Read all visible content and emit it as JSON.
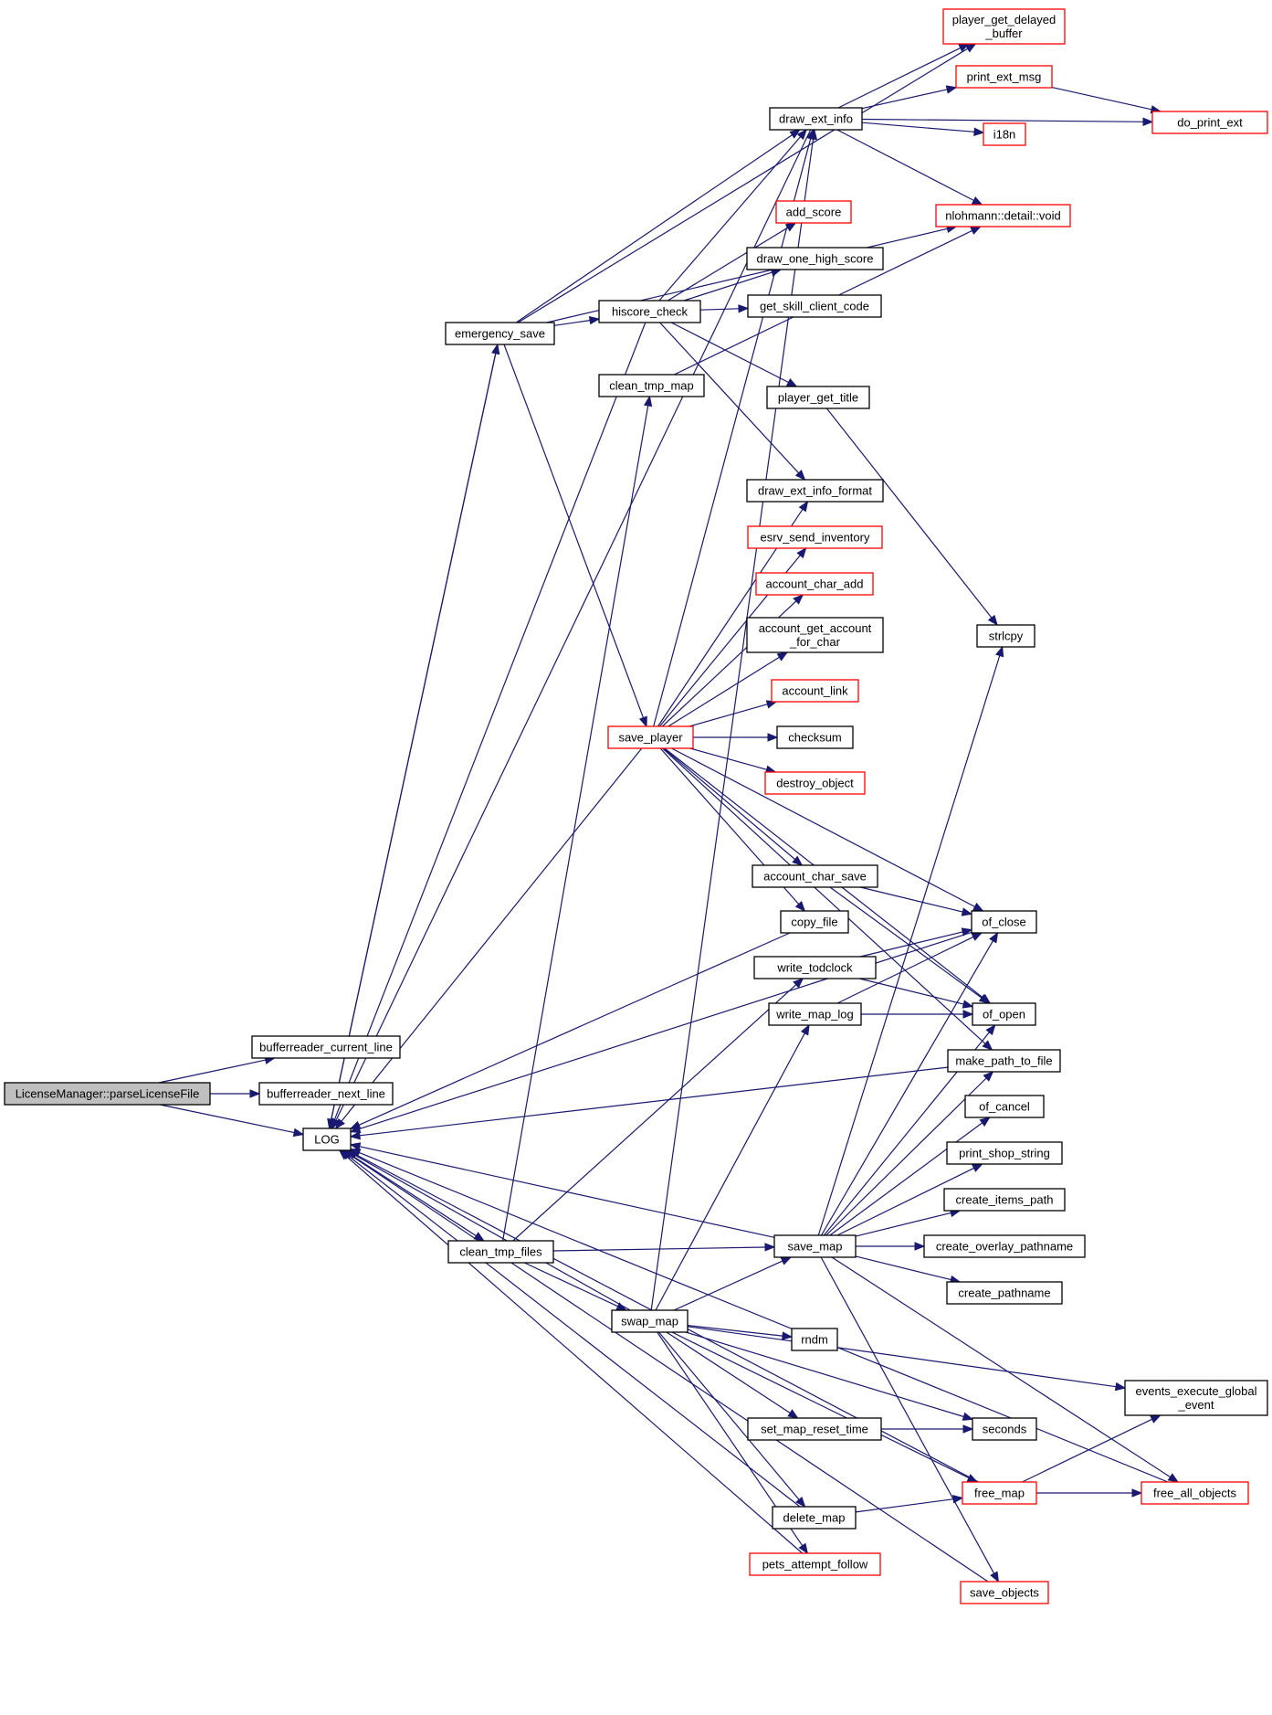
{
  "colors": {
    "edge": "#191970",
    "root_fill": "#bfbfbf",
    "node_fill": "#ffffff",
    "border_documented": "#000000",
    "border_truncated": "#ff0000"
  },
  "nodes": {
    "parse": {
      "lines": [
        "LicenseManager::parseLicenseFile"
      ],
      "style": "root"
    },
    "bcl": {
      "lines": [
        "bufferreader_current_line"
      ],
      "style": "normal"
    },
    "bnl": {
      "lines": [
        "bufferreader_next_line"
      ],
      "style": "normal"
    },
    "log": {
      "lines": [
        "LOG"
      ],
      "style": "normal"
    },
    "pgdb": {
      "lines": [
        "player_get_delayed",
        "_buffer"
      ],
      "style": "truncated"
    },
    "pem": {
      "lines": [
        "print_ext_msg"
      ],
      "style": "truncated"
    },
    "dpe": {
      "lines": [
        "do_print_ext"
      ],
      "style": "truncated"
    },
    "dei": {
      "lines": [
        "draw_ext_info"
      ],
      "style": "normal"
    },
    "i18n": {
      "lines": [
        "i18n"
      ],
      "style": "truncated"
    },
    "nlv": {
      "lines": [
        "nlohmann::detail::void"
      ],
      "style": "truncated"
    },
    "adds": {
      "lines": [
        "add_score"
      ],
      "style": "truncated"
    },
    "dohs": {
      "lines": [
        "draw_one_high_score"
      ],
      "style": "normal"
    },
    "gscc": {
      "lines": [
        "get_skill_client_code"
      ],
      "style": "normal"
    },
    "hsc": {
      "lines": [
        "hiscore_check"
      ],
      "style": "normal"
    },
    "ems": {
      "lines": [
        "emergency_save"
      ],
      "style": "normal"
    },
    "ctm": {
      "lines": [
        "clean_tmp_map"
      ],
      "style": "normal"
    },
    "pgt": {
      "lines": [
        "player_get_title"
      ],
      "style": "normal"
    },
    "deif": {
      "lines": [
        "draw_ext_info_format"
      ],
      "style": "normal"
    },
    "esi": {
      "lines": [
        "esrv_send_inventory"
      ],
      "style": "truncated"
    },
    "aca": {
      "lines": [
        "account_char_add"
      ],
      "style": "truncated"
    },
    "agafc": {
      "lines": [
        "account_get_account",
        "_for_char"
      ],
      "style": "normal"
    },
    "strl": {
      "lines": [
        "strlcpy"
      ],
      "style": "normal"
    },
    "al": {
      "lines": [
        "account_link"
      ],
      "style": "truncated"
    },
    "sp": {
      "lines": [
        "save_player"
      ],
      "style": "truncated"
    },
    "cks": {
      "lines": [
        "checksum"
      ],
      "style": "normal"
    },
    "dob": {
      "lines": [
        "destroy_object"
      ],
      "style": "truncated"
    },
    "acs": {
      "lines": [
        "account_char_save"
      ],
      "style": "normal"
    },
    "ofc": {
      "lines": [
        "of_close"
      ],
      "style": "normal"
    },
    "cf": {
      "lines": [
        "copy_file"
      ],
      "style": "normal"
    },
    "wtc": {
      "lines": [
        "write_todclock"
      ],
      "style": "normal"
    },
    "wml": {
      "lines": [
        "write_map_log"
      ],
      "style": "normal"
    },
    "ofo": {
      "lines": [
        "of_open"
      ],
      "style": "normal"
    },
    "mptf": {
      "lines": [
        "make_path_to_file"
      ],
      "style": "normal"
    },
    "ofca": {
      "lines": [
        "of_cancel"
      ],
      "style": "normal"
    },
    "pss": {
      "lines": [
        "print_shop_string"
      ],
      "style": "normal"
    },
    "cip": {
      "lines": [
        "create_items_path"
      ],
      "style": "normal"
    },
    "ctf": {
      "lines": [
        "clean_tmp_files"
      ],
      "style": "normal"
    },
    "sm": {
      "lines": [
        "save_map"
      ],
      "style": "normal"
    },
    "cop": {
      "lines": [
        "create_overlay_pathname"
      ],
      "style": "normal"
    },
    "cpn": {
      "lines": [
        "create_pathname"
      ],
      "style": "normal"
    },
    "swm": {
      "lines": [
        "swap_map"
      ],
      "style": "normal"
    },
    "rndm": {
      "lines": [
        "rndm"
      ],
      "style": "normal"
    },
    "eege": {
      "lines": [
        "events_execute_global",
        "_event"
      ],
      "style": "normal"
    },
    "smrt": {
      "lines": [
        "set_map_reset_time"
      ],
      "style": "normal"
    },
    "sec": {
      "lines": [
        "seconds"
      ],
      "style": "normal"
    },
    "fm": {
      "lines": [
        "free_map"
      ],
      "style": "truncated"
    },
    "fao": {
      "lines": [
        "free_all_objects"
      ],
      "style": "truncated"
    },
    "dm": {
      "lines": [
        "delete_map"
      ],
      "style": "normal"
    },
    "paf": {
      "lines": [
        "pets_attempt_follow"
      ],
      "style": "truncated"
    },
    "so": {
      "lines": [
        "save_objects"
      ],
      "style": "truncated"
    }
  },
  "edges": [
    [
      "parse",
      "bcl"
    ],
    [
      "parse",
      "bnl"
    ],
    [
      "parse",
      "log"
    ],
    [
      "log",
      "ems"
    ],
    [
      "log",
      "ctf"
    ],
    [
      "ems",
      "hsc"
    ],
    [
      "ems",
      "dei"
    ],
    [
      "ems",
      "nlv"
    ],
    [
      "ems",
      "sp"
    ],
    [
      "ems",
      "log"
    ],
    [
      "ems",
      "pgdb"
    ],
    [
      "dei",
      "pgdb"
    ],
    [
      "dei",
      "pem"
    ],
    [
      "dei",
      "i18n"
    ],
    [
      "dei",
      "dpe"
    ],
    [
      "dei",
      "nlv"
    ],
    [
      "dei",
      "log"
    ],
    [
      "pem",
      "dpe"
    ],
    [
      "hsc",
      "adds"
    ],
    [
      "hsc",
      "dohs"
    ],
    [
      "hsc",
      "gscc"
    ],
    [
      "hsc",
      "pgt"
    ],
    [
      "hsc",
      "deif"
    ],
    [
      "hsc",
      "dei"
    ],
    [
      "hsc",
      "log"
    ],
    [
      "ctm",
      "nlv"
    ],
    [
      "pgt",
      "strl"
    ],
    [
      "sp",
      "dei"
    ],
    [
      "sp",
      "deif"
    ],
    [
      "sp",
      "esi"
    ],
    [
      "sp",
      "aca"
    ],
    [
      "sp",
      "agafc"
    ],
    [
      "sp",
      "al"
    ],
    [
      "sp",
      "cks"
    ],
    [
      "sp",
      "dob"
    ],
    [
      "sp",
      "acs"
    ],
    [
      "sp",
      "cf"
    ],
    [
      "sp",
      "ofc"
    ],
    [
      "sp",
      "ofo"
    ],
    [
      "sp",
      "mptf"
    ],
    [
      "sp",
      "log"
    ],
    [
      "acs",
      "ofc"
    ],
    [
      "acs",
      "ofo"
    ],
    [
      "cf",
      "log"
    ],
    [
      "ofc",
      "log"
    ],
    [
      "wtc",
      "ofc"
    ],
    [
      "wtc",
      "ofo"
    ],
    [
      "wml",
      "ofc"
    ],
    [
      "wml",
      "ofo"
    ],
    [
      "mptf",
      "log"
    ],
    [
      "ctf",
      "ctm"
    ],
    [
      "ctf",
      "wtc"
    ],
    [
      "ctf",
      "sm"
    ],
    [
      "ctf",
      "swm"
    ],
    [
      "sm",
      "strl"
    ],
    [
      "sm",
      "ofc"
    ],
    [
      "sm",
      "ofo"
    ],
    [
      "sm",
      "mptf"
    ],
    [
      "sm",
      "ofca"
    ],
    [
      "sm",
      "pss"
    ],
    [
      "sm",
      "cip"
    ],
    [
      "sm",
      "cop"
    ],
    [
      "sm",
      "cpn"
    ],
    [
      "sm",
      "so"
    ],
    [
      "sm",
      "fao"
    ],
    [
      "sm",
      "log"
    ],
    [
      "swm",
      "dei"
    ],
    [
      "swm",
      "wml"
    ],
    [
      "swm",
      "sm"
    ],
    [
      "swm",
      "rndm"
    ],
    [
      "swm",
      "eege"
    ],
    [
      "swm",
      "smrt"
    ],
    [
      "swm",
      "sec"
    ],
    [
      "swm",
      "fm"
    ],
    [
      "swm",
      "dm"
    ],
    [
      "swm",
      "paf"
    ],
    [
      "swm",
      "log"
    ],
    [
      "smrt",
      "sec"
    ],
    [
      "fm",
      "eege"
    ],
    [
      "fm",
      "fao"
    ],
    [
      "fm",
      "log"
    ],
    [
      "dm",
      "fm"
    ],
    [
      "dm",
      "log"
    ],
    [
      "paf",
      "log"
    ],
    [
      "so",
      "log"
    ],
    [
      "fao",
      "log"
    ]
  ]
}
